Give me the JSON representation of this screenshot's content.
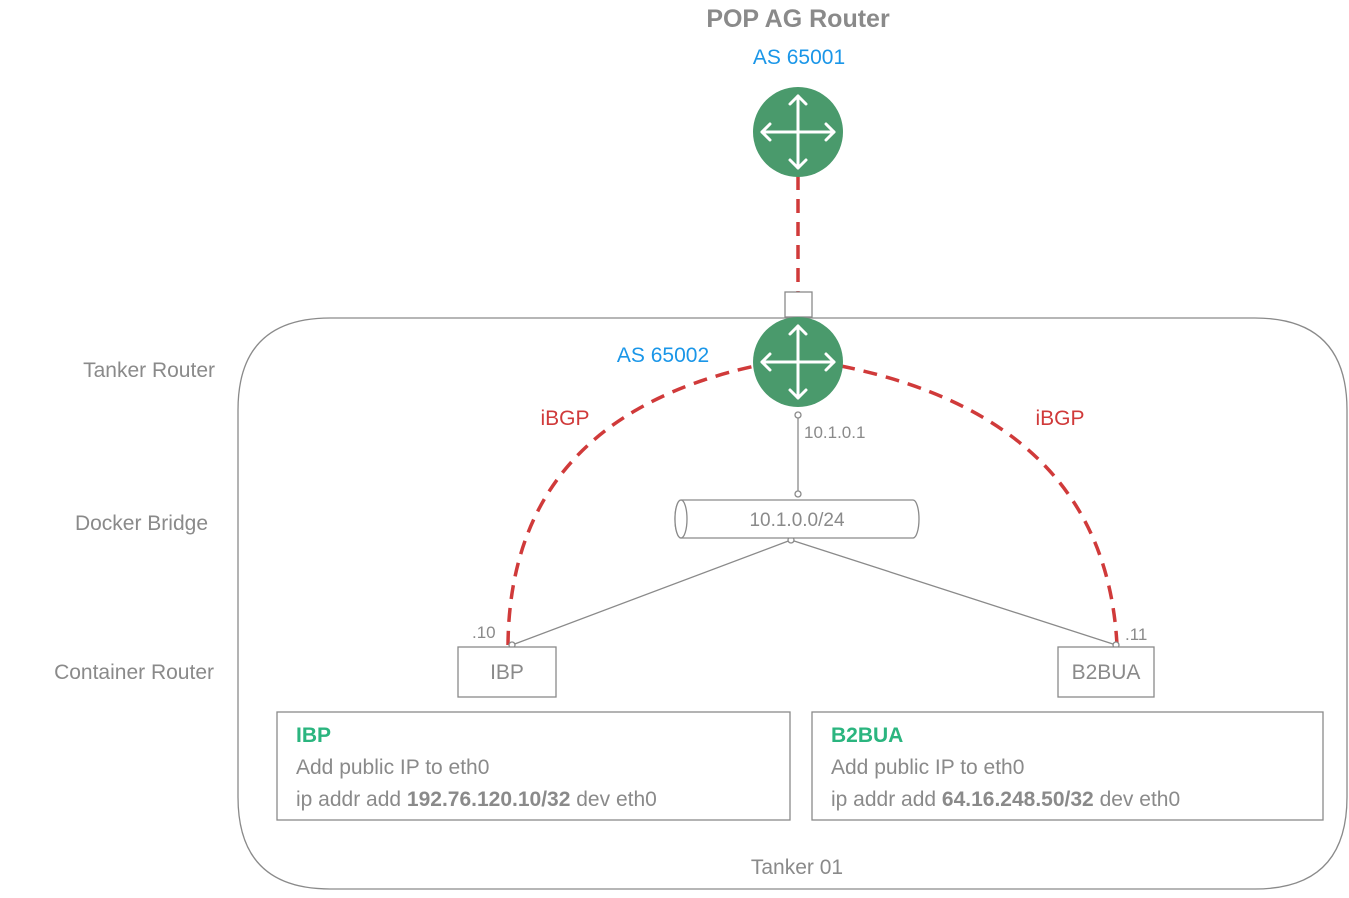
{
  "pop_router": {
    "title": "POP AG Router",
    "as_label": "AS 65001"
  },
  "tanker_router": {
    "as_label": "AS 65002",
    "ip_label": "10.1.0.1"
  },
  "row_labels": {
    "tanker_router": "Tanker Router",
    "docker_bridge": "Docker Bridge",
    "container_router": "Container Router"
  },
  "bridge": {
    "subnet": "10.1.0.0/24"
  },
  "links": {
    "ibgp_left": "iBGP",
    "ibgp_right": "iBGP"
  },
  "containers": {
    "ibp": {
      "name": "IBP",
      "ip_suffix": ".10"
    },
    "b2bua": {
      "name": "B2BUA",
      "ip_suffix": ".11"
    }
  },
  "info_boxes": {
    "ibp": {
      "title": "IBP",
      "line1": "Add public IP to eth0",
      "cmd_prefix": "ip addr add ",
      "cmd_ip": "192.76.120.10/32",
      "cmd_suffix": " dev eth0"
    },
    "b2bua": {
      "title": "B2BUA",
      "line1": "Add public IP to eth0",
      "cmd_prefix": "ip addr add ",
      "cmd_ip": "64.16.248.50/32",
      "cmd_suffix": " dev eth0"
    }
  },
  "host": {
    "label": "Tanker 01"
  },
  "colors": {
    "router_green": "#4a9a6c",
    "link_red": "#d03a3a",
    "label_blue": "#1a96e8",
    "title_green": "#2bb57f",
    "line_gray": "#8a8a8a"
  },
  "icons": {
    "router": "router-icon"
  }
}
